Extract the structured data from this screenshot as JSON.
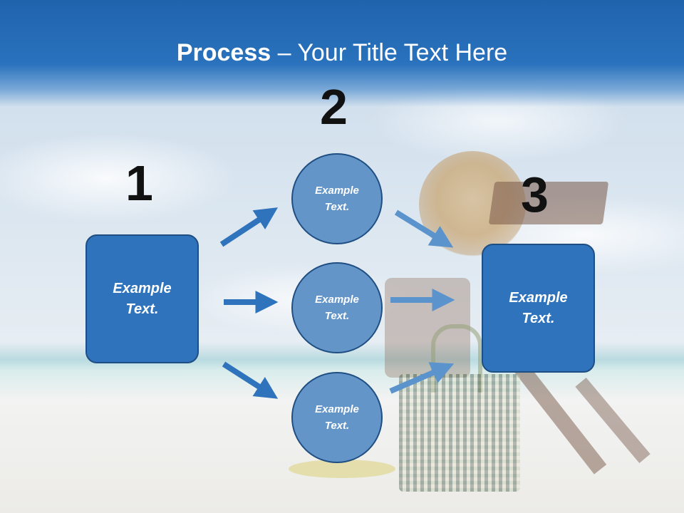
{
  "slide": {
    "title_bold": "Process",
    "title_rest": " – Your Title Text Here"
  },
  "steps": {
    "step1": {
      "number": "1",
      "text": "Example Text."
    },
    "step2": {
      "number": "2",
      "circles": [
        {
          "text": "Example Text."
        },
        {
          "text": "Example Text."
        },
        {
          "text": "Example Text."
        }
      ]
    },
    "step3": {
      "number": "3",
      "text": "Example Text."
    }
  },
  "colors": {
    "title_bar": "#2a72bd",
    "box_fill": "#2e73bb",
    "circle_fill": "#6395c9",
    "arrow_dark": "#2e73bb",
    "arrow_light": "#5b93cc"
  }
}
